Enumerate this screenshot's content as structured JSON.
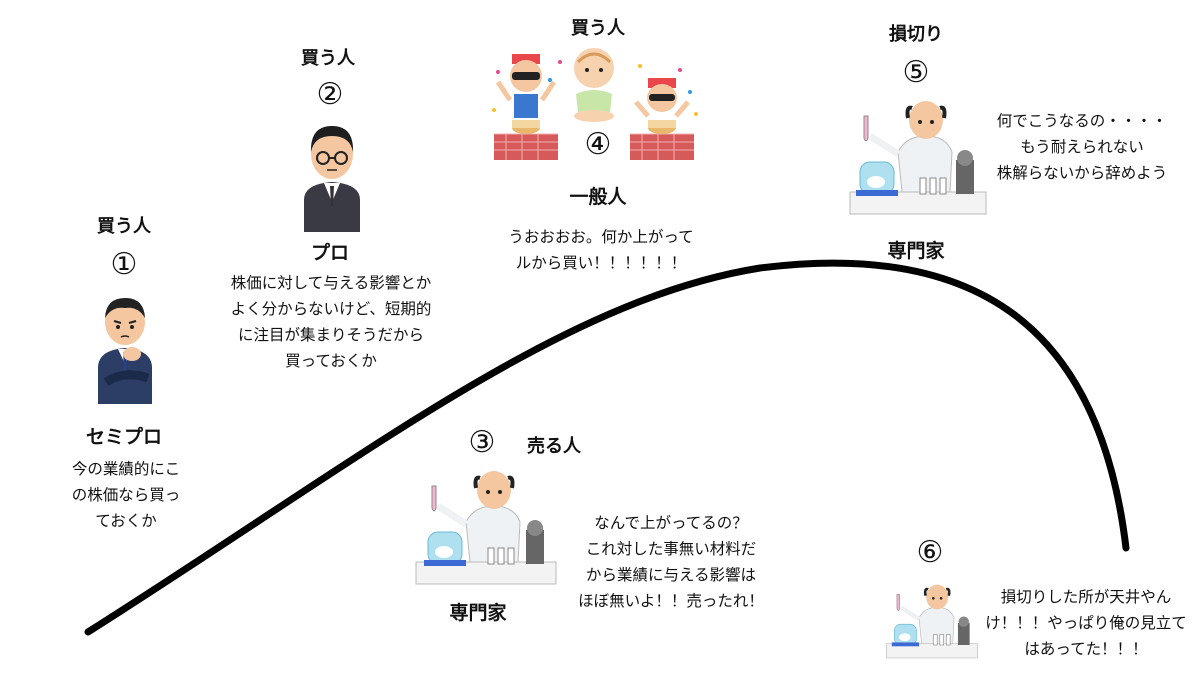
{
  "stages": [
    {
      "id": 1,
      "number": "①",
      "role": "買う人",
      "name": "セミプロ",
      "comment": "今の業績的にこ\nの株価なら買っ\nておくか"
    },
    {
      "id": 2,
      "number": "②",
      "role": "買う人",
      "name": "プロ",
      "comment": "株価に対して与える影響とか\nよく分からないけど、短期的\nに注目が集まりそうだから\n買っておくか"
    },
    {
      "id": 3,
      "number": "③",
      "role": "売る人",
      "name": "専門家",
      "comment": "なんで上がってるの？\nこれ対した事無い材料だ\nから業績に与える影響は\nほぼ無いよ！！売ったれ！"
    },
    {
      "id": 4,
      "number": "④",
      "role": "買う人",
      "name": "一般人",
      "comment": "うおおおお。何か上がって\nルから買い！！！！！！"
    },
    {
      "id": 5,
      "number": "⑤",
      "role": "損切り",
      "name": "専門家",
      "comment": "何でこうなるの・・・・\nもう耐えられない\n株解らないから辞めよう"
    },
    {
      "id": 6,
      "number": "⑥",
      "comment": "損切りした所が天井やん\nけ！！！やっぱり俺の見立て\nはあってた！！！"
    }
  ],
  "colors": {
    "curve": "#000000",
    "suit": "#2c3e66",
    "lab_coat": "#eef2f4",
    "table": "#d65a5a"
  }
}
